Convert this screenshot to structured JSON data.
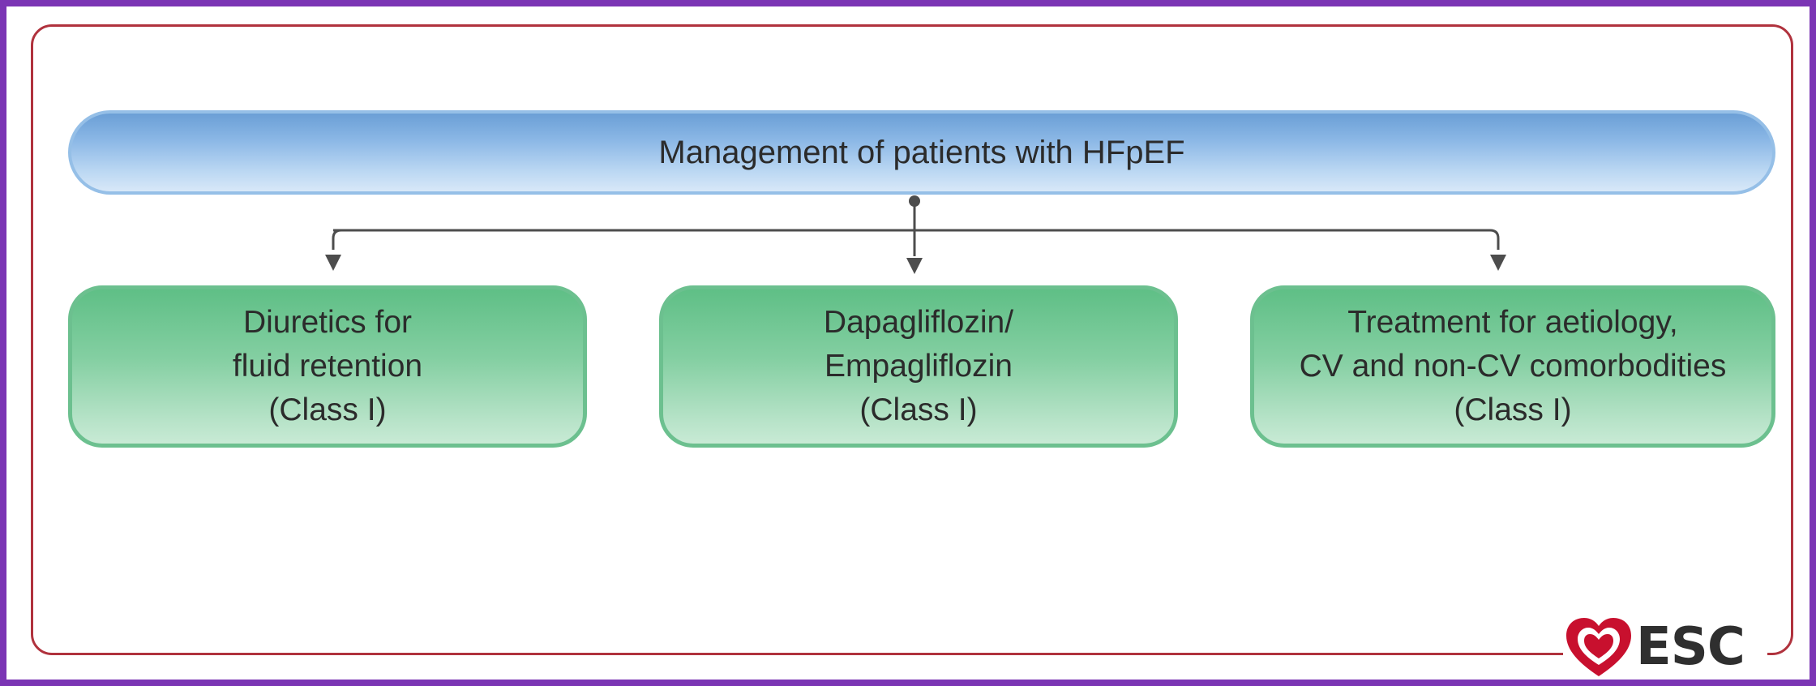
{
  "diagram": {
    "title": "Management of patients with HFpEF",
    "boxes": [
      {
        "lines": [
          "Diuretics for",
          "fluid retention",
          "(Class I)"
        ]
      },
      {
        "lines": [
          "Dapagliflozin/",
          "Empagliflozin",
          "(Class I)"
        ]
      },
      {
        "lines": [
          "Treatment for aetiology,",
          "CV and non-CV comorbodities",
          "(Class I)"
        ]
      }
    ]
  },
  "logo": {
    "text": "ESC"
  },
  "colors": {
    "frame": "#b0323d",
    "top_node_fill": "#8cb8e6",
    "box_fill": "#84cfa2",
    "box_border": "#6cc08f",
    "connector": "#4d4d4d",
    "logo_heart": "#c8102e",
    "background": "#7b35b4"
  }
}
